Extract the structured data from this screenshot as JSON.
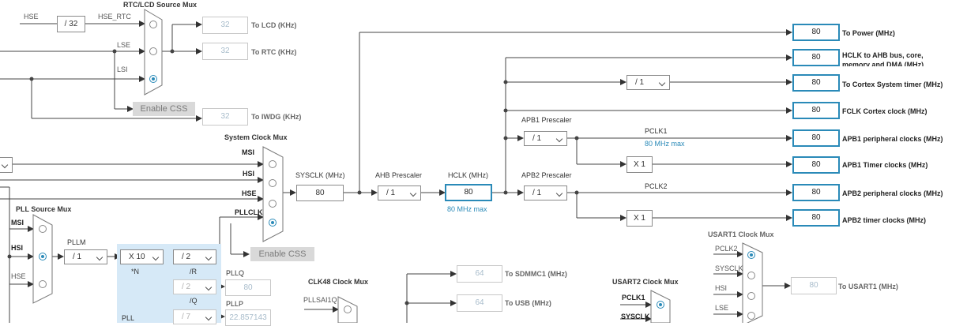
{
  "rtc_mux": {
    "title": "RTC/LCD Source Mux",
    "hse_label": "HSE",
    "divider": "/ 32",
    "hse_rtc_label": "HSE_RTC",
    "lse_label": "LSE",
    "lsi_label": "LSI",
    "enable_css": "Enable CSS",
    "lcd_value": "32",
    "lcd_label": "To LCD (KHz)",
    "rtc_value": "32",
    "rtc_label": "To RTC (KHz)",
    "iwdg_value": "32",
    "iwdg_label": "To IWDG (KHz)"
  },
  "system_mux": {
    "title": "System Clock Mux",
    "msi": "MSI",
    "hsi": "HSI",
    "hse": "HSE",
    "pllclk": "PLLCLK",
    "enable_css": "Enable CSS",
    "sysclk_label": "SYSCLK (MHz)",
    "sysclk_value": "80"
  },
  "ahb": {
    "prescaler_label": "AHB Prescaler",
    "prescaler_value": "/ 1",
    "hclk_label": "HCLK (MHz)",
    "hclk_value": "80",
    "hclk_max": "80 MHz max"
  },
  "outputs": {
    "power_value": "80",
    "power_label": "To Power (MHz)",
    "hclk_bus_value": "80",
    "hclk_bus_label_1": "HCLK to AHB bus, core,",
    "hclk_bus_label_2": "memory and DMA (MHz)",
    "cortex_div": "/ 1",
    "cortex_value": "80",
    "cortex_label": "To Cortex System timer (MHz)",
    "fclk_value": "80",
    "fclk_label": "FCLK Cortex clock (MHz)"
  },
  "apb1": {
    "prescaler_label": "APB1 Prescaler",
    "prescaler_value": "/ 1",
    "pclk_label": "PCLK1",
    "pclk_max": "80 MHz max",
    "periph_value": "80",
    "periph_label": "APB1 peripheral clocks (MHz)",
    "timer_mult": "X 1",
    "timer_value": "80",
    "timer_label": "APB1 Timer clocks (MHz)"
  },
  "apb2": {
    "prescaler_label": "APB2 Prescaler",
    "prescaler_value": "/ 1",
    "pclk_label": "PCLK2",
    "periph_value": "80",
    "periph_label": "APB2 peripheral clocks (MHz)",
    "timer_mult": "X 1",
    "timer_value": "80",
    "timer_label": "APB2 timer clocks (MHz)"
  },
  "pll": {
    "source_title": "PLL Source Mux",
    "msi": "MSI",
    "hsi": "HSI",
    "hse": "HSE",
    "pllm_label": "PLLM",
    "pllm_value": "/ 1",
    "n_value": "X 10",
    "n_label": "*N",
    "r_value": "/ 2",
    "r_label": "/R",
    "q_value": "/ 2",
    "q_label": "/Q",
    "p_value": "/ 7",
    "pllq_label": "PLLQ",
    "pllq_value": "80",
    "pllp_label": "PLLP",
    "pllp_value": "22.857143",
    "pll_label": "PLL"
  },
  "clk48": {
    "title": "CLK48 Clock Mux",
    "pllsai1q": "PLLSAI1Q",
    "sdmmc_value": "64",
    "sdmmc_label": "To SDMMC1 (MHz)",
    "usb_value": "64",
    "usb_label": "To USB (MHz)"
  },
  "usart2": {
    "title": "USART2 Clock Mux",
    "pclk1": "PCLK1",
    "sysclk": "SYSCLK"
  },
  "usart1": {
    "title": "USART1 Clock Mux",
    "pclk2": "PCLK2",
    "sysclk": "SYSCLK",
    "hsi": "HSI",
    "lse": "LSE",
    "value": "80",
    "label": "To USART1 (MHz)"
  },
  "colors": {
    "accent": "#2a8ab8",
    "pll_bg": "#d6e9f7",
    "button": "#d9d9d9"
  }
}
